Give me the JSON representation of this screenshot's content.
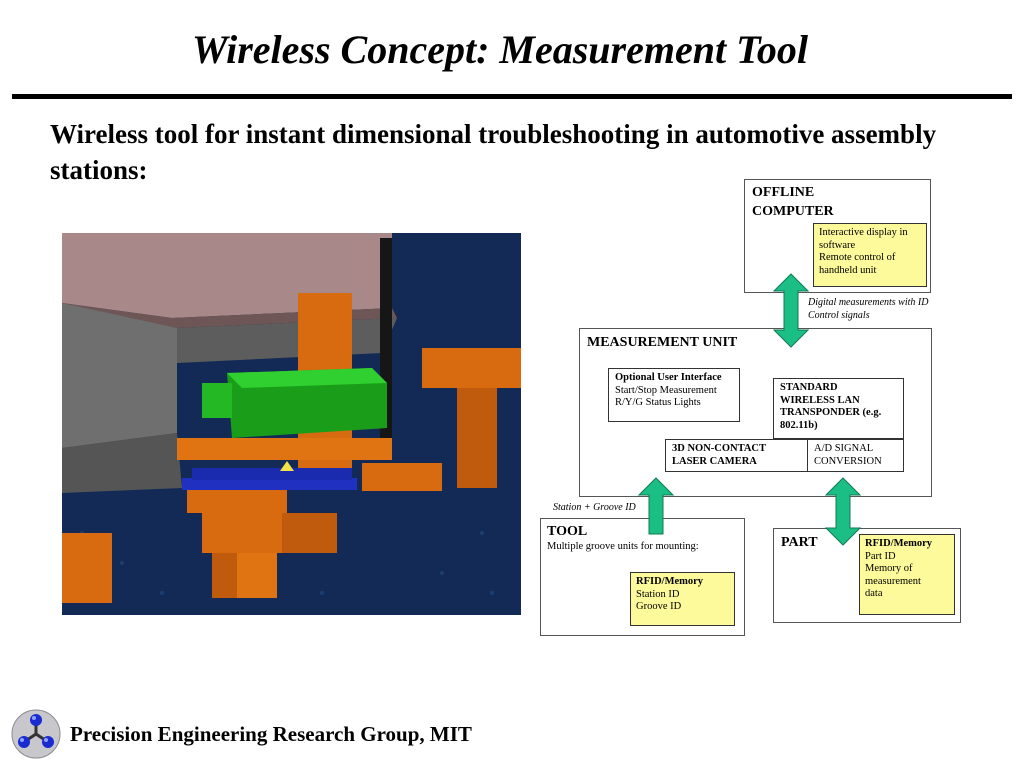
{
  "slide": {
    "title": "Wireless Concept: Measurement Tool",
    "subtitle": "Wireless tool for instant dimensional troubleshooting in automotive assembly stations:"
  },
  "diagram": {
    "offline_computer": {
      "label_line1": "OFFLINE",
      "label_line2": "COMPUTER",
      "note_line1": "Interactive display in",
      "note_line2": "software",
      "note_line3": "Remote control of",
      "note_line4": "handheld unit"
    },
    "link_label_line1": "Digital measurements with ID",
    "link_label_line2": "Control signals",
    "measurement_unit": {
      "label": "MEASUREMENT UNIT",
      "ui_title": "Optional User Interface",
      "ui_line1": "Start/Stop Measurement",
      "ui_line2": "R/Y/G Status Lights",
      "wlan_line1": "STANDARD",
      "wlan_line2": "WIRELESS LAN",
      "wlan_line3": "TRANSPONDER (e.g.",
      "wlan_line4": "802.11b)",
      "camera_line1": "3D NON-CONTACT",
      "camera_line2": "LASER CAMERA",
      "ad_line1": "A/D SIGNAL",
      "ad_line2": "CONVERSION"
    },
    "station_label": "Station + Groove ID",
    "tool": {
      "label": "TOOL",
      "desc": "Multiple groove units for mounting:",
      "rfid_title": "RFID/Memory",
      "rfid_line1": "Station ID",
      "rfid_line2": "Groove ID"
    },
    "part": {
      "label": "PART",
      "rfid_title": "RFID/Memory",
      "rfid_line1": "Part ID",
      "rfid_line2": "Memory of",
      "rfid_line3": "measurement",
      "rfid_line4": "data"
    },
    "arrow_color": "#1bbf86"
  },
  "footer": {
    "text": "Precision Engineering Research Group, MIT"
  }
}
